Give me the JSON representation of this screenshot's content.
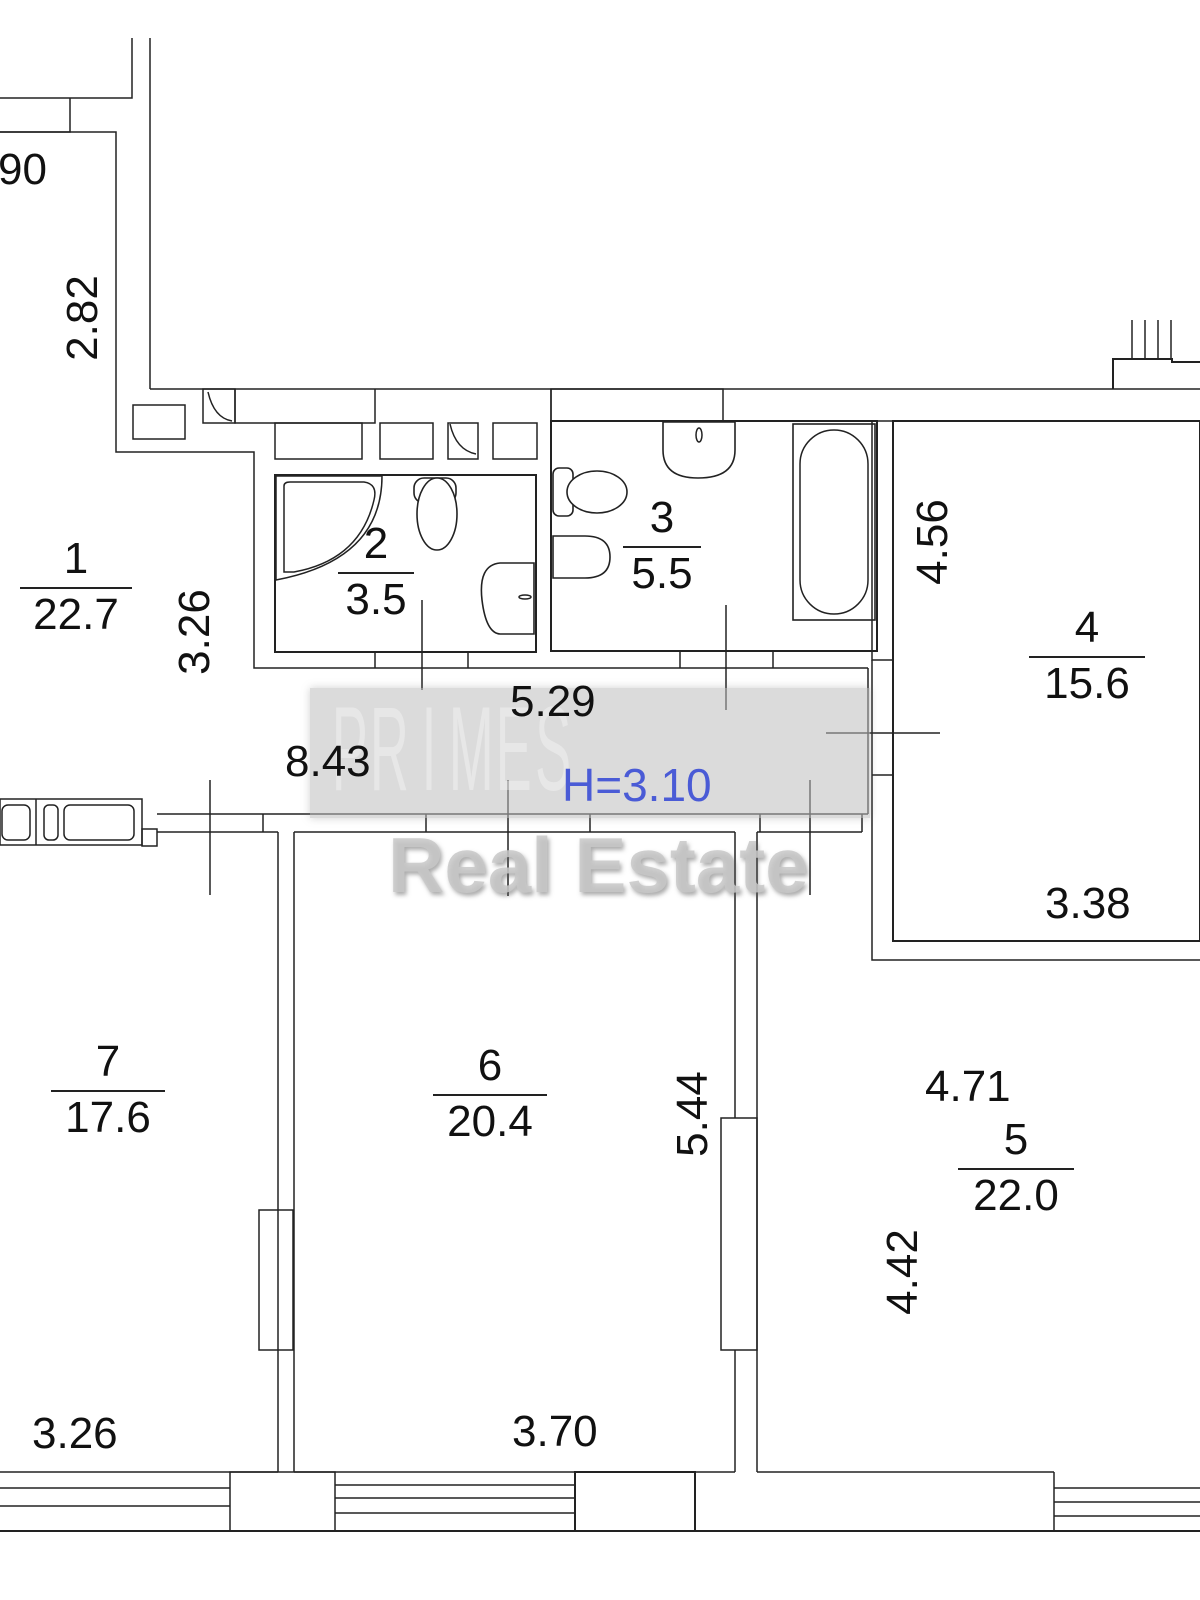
{
  "plan": {
    "ceiling_height": "H=3.10",
    "rooms": [
      {
        "num": "1",
        "area": "22.7"
      },
      {
        "num": "2",
        "area": "3.5"
      },
      {
        "num": "3",
        "area": "5.5"
      },
      {
        "num": "4",
        "area": "15.6"
      },
      {
        "num": "5",
        "area": "22.0"
      },
      {
        "num": "6",
        "area": "20.4"
      },
      {
        "num": "7",
        "area": "17.6"
      }
    ],
    "dimensions": {
      "top_left_partial": "90",
      "room1_vertical_upper": "2.82",
      "room1_vertical_lower": "3.26",
      "corridor_length": "8.43",
      "corridor_width": "5.29",
      "room4_height": "4.56",
      "room4_width": "3.38",
      "room5_width": "4.71",
      "room5_height": "4.42",
      "room6_height": "5.44",
      "room6_width": "3.70",
      "room7_width": "3.26"
    },
    "watermark": {
      "letters": [
        "P",
        "R",
        "I",
        "M",
        "E",
        "S"
      ],
      "subtitle": "Real Estate"
    },
    "colors": {
      "walls": "#222222",
      "height_label": "#4a5bd6",
      "watermark": "#bebebe"
    }
  }
}
